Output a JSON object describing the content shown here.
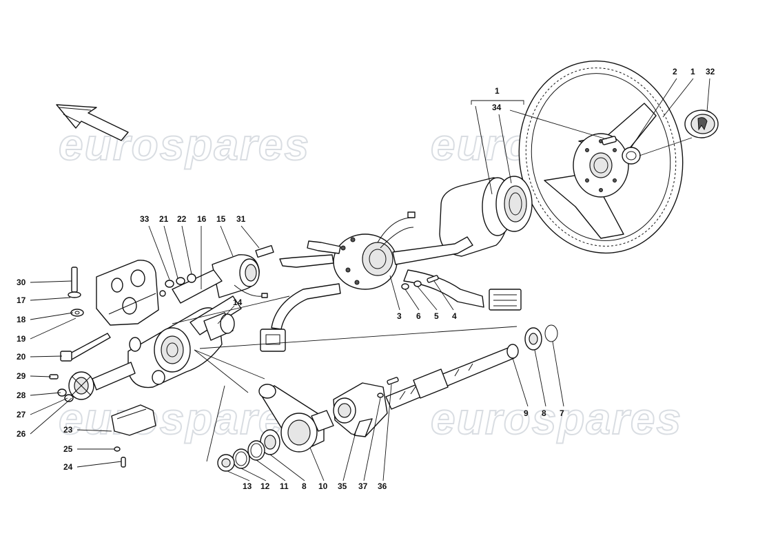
{
  "watermark": {
    "text": "eurospares"
  },
  "callouts": [
    {
      "id": "c1a",
      "text": "1"
    },
    {
      "id": "c34",
      "text": "34"
    },
    {
      "id": "c2",
      "text": "2"
    },
    {
      "id": "c1b",
      "text": "1"
    },
    {
      "id": "c32",
      "text": "32"
    },
    {
      "id": "c33",
      "text": "33"
    },
    {
      "id": "c21",
      "text": "21"
    },
    {
      "id": "c22",
      "text": "22"
    },
    {
      "id": "c16",
      "text": "16"
    },
    {
      "id": "c15",
      "text": "15"
    },
    {
      "id": "c31",
      "text": "31"
    },
    {
      "id": "c14",
      "text": "14"
    },
    {
      "id": "c30",
      "text": "30"
    },
    {
      "id": "c17",
      "text": "17"
    },
    {
      "id": "c18",
      "text": "18"
    },
    {
      "id": "c19",
      "text": "19"
    },
    {
      "id": "c20",
      "text": "20"
    },
    {
      "id": "c29",
      "text": "29"
    },
    {
      "id": "c28",
      "text": "28"
    },
    {
      "id": "c27",
      "text": "27"
    },
    {
      "id": "c26",
      "text": "26"
    },
    {
      "id": "c23",
      "text": "23"
    },
    {
      "id": "c25",
      "text": "25"
    },
    {
      "id": "c24",
      "text": "24"
    },
    {
      "id": "c3",
      "text": "3"
    },
    {
      "id": "c6",
      "text": "6"
    },
    {
      "id": "c5",
      "text": "5"
    },
    {
      "id": "c4",
      "text": "4"
    },
    {
      "id": "c9",
      "text": "9"
    },
    {
      "id": "c8b",
      "text": "8"
    },
    {
      "id": "c7",
      "text": "7"
    },
    {
      "id": "c13",
      "text": "13"
    },
    {
      "id": "c12",
      "text": "12"
    },
    {
      "id": "c11",
      "text": "11"
    },
    {
      "id": "c8a",
      "text": "8"
    },
    {
      "id": "c10",
      "text": "10"
    },
    {
      "id": "c35",
      "text": "35"
    },
    {
      "id": "c37",
      "text": "37"
    },
    {
      "id": "c36",
      "text": "36"
    }
  ]
}
